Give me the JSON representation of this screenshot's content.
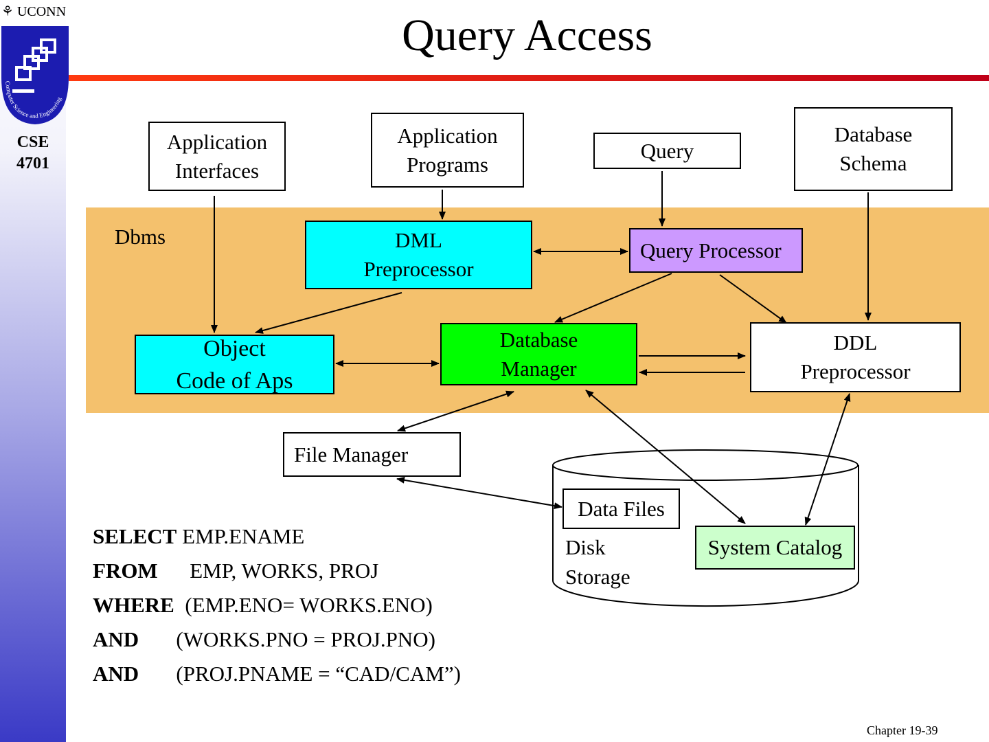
{
  "header": {
    "title": "Query Access",
    "logo_text": "UCONN",
    "shield_text": "Computer Science and Engineering",
    "course": [
      "CSE",
      "4701"
    ]
  },
  "diagram": {
    "dbms_label": "Dbms",
    "app_interfaces": "Application\nInterfaces",
    "app_programs": "Application\nPrograms",
    "query": "Query",
    "db_schema": "Database\nSchema",
    "dml_pre": "DML\nPreprocessor",
    "query_proc": "Query Processor",
    "db_manager": "Database\nManager",
    "ddl_pre": "DDL\nPreprocessor",
    "object_code": "Object\nCode of Aps",
    "file_manager": "File Manager",
    "data_files": "Data Files",
    "disk_storage": "Disk\nStorage",
    "system_catalog": "System Catalog",
    "colors": {
      "band": "#f4c16d",
      "cyan": "#00ffff",
      "purple": "#cc99ff",
      "green": "#00ff00",
      "light_green": "#ccffcc"
    }
  },
  "sql": [
    {
      "kw": "SELECT",
      "rest": " EMP.ENAME"
    },
    {
      "kw": "FROM",
      "rest": "      EMP, WORKS, PROJ"
    },
    {
      "kw": "WHERE",
      "rest": "  (EMP.ENO= WORKS.ENO)"
    },
    {
      "kw": "AND",
      "rest": "       (WORKS.PNO = PROJ.PNO)"
    },
    {
      "kw": "AND",
      "rest": "       (PROJ.PNAME = “CAD/CAM”)"
    }
  ],
  "footer": {
    "page": "Chapter 19-39"
  }
}
